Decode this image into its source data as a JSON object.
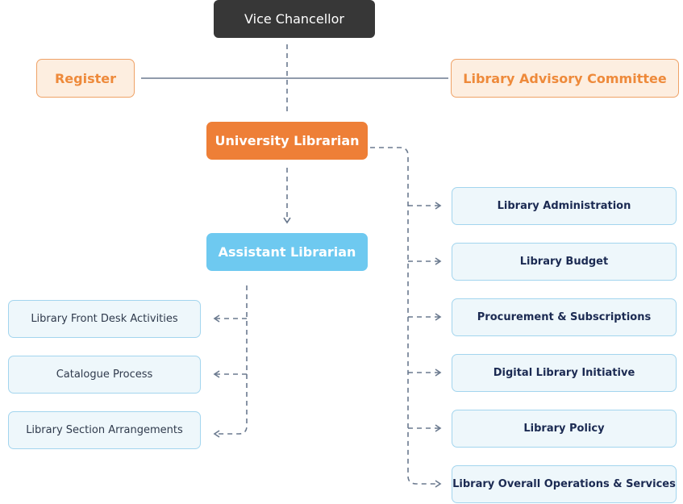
{
  "chart": {
    "top": "Vice Chancellor",
    "left_side": "Register",
    "right_side": "Library Advisory Committee",
    "head": "University Librarian",
    "assistant": "Assistant Librarian",
    "assistant_items": [
      "Library Front Desk Activities",
      "Catalogue Process",
      "Library Section Arrangements"
    ],
    "librarian_items": [
      "Library Administration",
      "Library Budget",
      "Procurement & Subscriptions",
      "Digital Library Initiative",
      "Library Policy",
      "Library Overall Operations & Services"
    ]
  },
  "colors": {
    "top": "#373737",
    "side_fill": "#fdeee0",
    "side_text": "#ee8a3b",
    "head": "#ee7f37",
    "assistant": "#6ec9f0",
    "item_fill": "#eef7fb",
    "item_border": "#a3d5ee",
    "connector": "#6b7a8f"
  }
}
